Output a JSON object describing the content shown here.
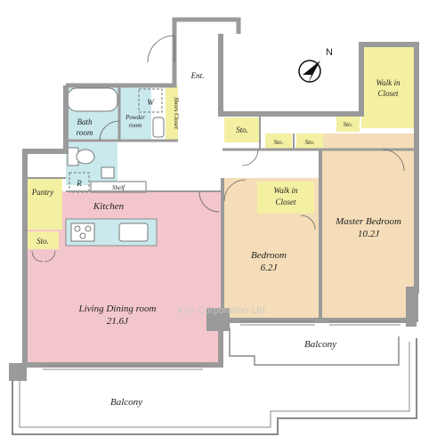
{
  "colors": {
    "wall": "#9a9a9a",
    "floor_living": "#f3c6cc",
    "floor_bedroom": "#f4ddb8",
    "storage": "#f4f0a2",
    "wet_area": "#c9e9ec",
    "balcony_line": "#8a8a8a",
    "compass": "#111111"
  },
  "compass": {
    "label": "N"
  },
  "rooms": {
    "entrance": {
      "label": "Ent."
    },
    "walk_in_closet_master": {
      "line1": "Walk in",
      "line2": "Closet"
    },
    "walk_in_closet_bedroom": {
      "line1": "Walk in",
      "line2": "Closet"
    },
    "bath": {
      "line1": "Bath",
      "line2": "room"
    },
    "powder": {
      "line1": "Powder",
      "line2": "room",
      "washer_mark": "W"
    },
    "shoes_closet": {
      "label": "Shoes Closet"
    },
    "storage_a": {
      "label": "Sto."
    },
    "storage_b": {
      "label": "Sto."
    },
    "storage_c": {
      "label": "Sto."
    },
    "storage_d": {
      "label": "Sto."
    },
    "storage_e": {
      "label": "Sto."
    },
    "pantry": {
      "label": "Pantry"
    },
    "fridge": {
      "label": "R"
    },
    "shelf": {
      "label": "Shelf"
    },
    "kitchen": {
      "label": "Kitchen"
    },
    "living": {
      "name": "Living Dining room",
      "size": "21.6J"
    },
    "bedroom": {
      "name": "Bedroom",
      "size": "6.2J"
    },
    "master": {
      "name": "Master Bedroom",
      "size": "10.2J"
    }
  },
  "balconies": [
    {
      "label": "Balcony"
    },
    {
      "label": "Balcony"
    }
  ],
  "watermark": "Ken Corporation Ltd."
}
